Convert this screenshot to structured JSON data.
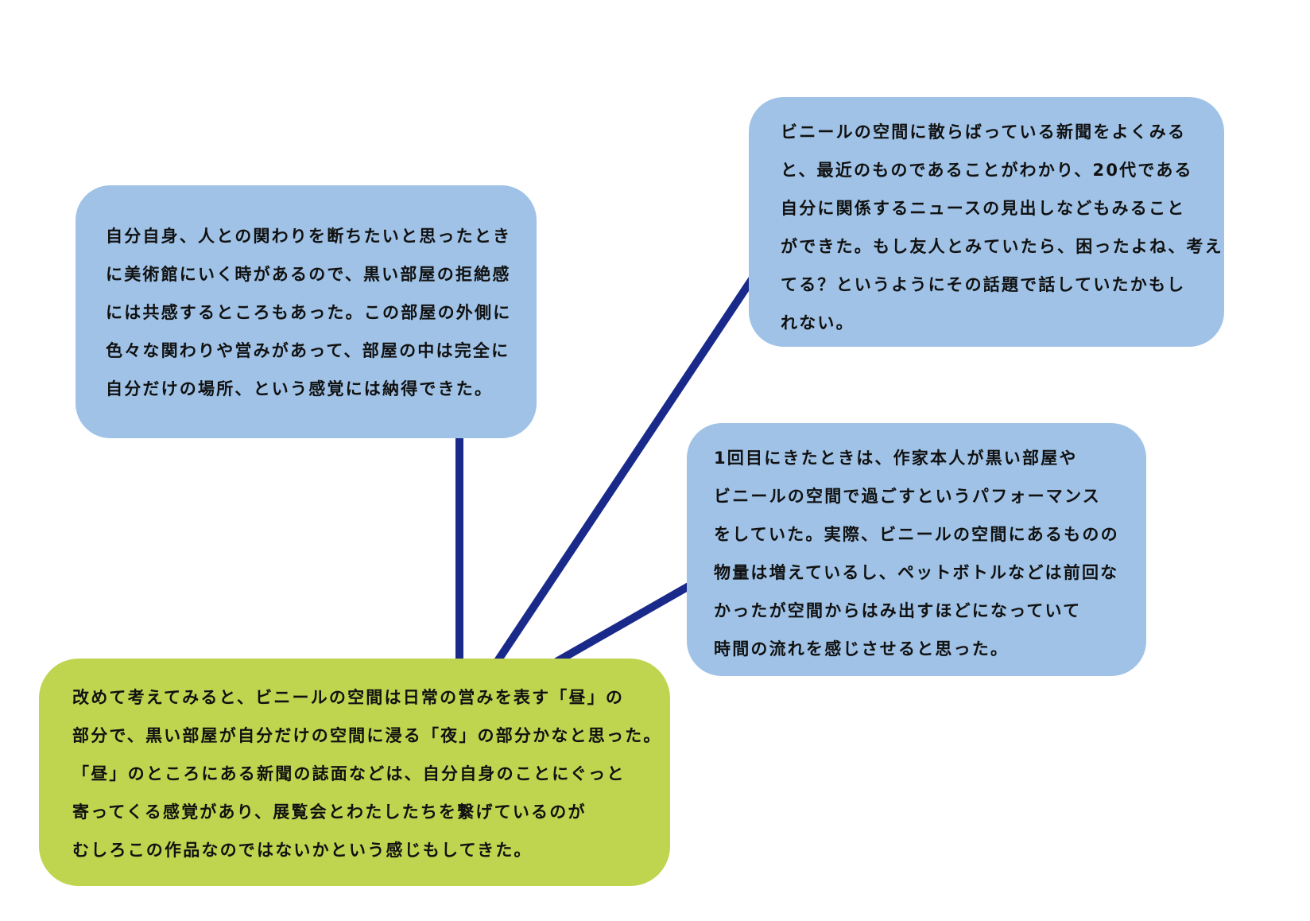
{
  "colors": {
    "note_blue": "#9fc2e6",
    "note_green": "#bfd54f",
    "connector": "#1a2a8a",
    "text": "#111111"
  },
  "notes": {
    "left": {
      "lines": [
        "自分自身、人との関わりを断ちたいと思ったとき",
        "に美術館にいく時があるので、黒い部屋の拒絶感",
        "には共感するところもあった。この部屋の外側に",
        "色々な関わりや営みがあって、部屋の中は完全に",
        "自分だけの場所、という感覚には納得できた。"
      ]
    },
    "top_right": {
      "lines": [
        "ビニールの空間に散らばっている新聞をよくみる",
        "と、最近のものであることがわかり、20代である",
        "自分に関係するニュースの見出しなどもみること",
        "ができた。もし友人とみていたら、困ったよね、考え",
        "てる？というようにその話題で話していたかもし",
        "れない。"
      ]
    },
    "mid_right": {
      "lines": [
        "1回目にきたときは、作家本人が黒い部屋や",
        "ビニールの空間で過ごすというパフォーマンス",
        "をしていた。実際、ビニールの空間にあるものの",
        "物量は増えているし、ペットボトルなどは前回な",
        "かったが空間からはみ出すほどになっていて",
        "時間の流れを感じさせると思った。"
      ]
    },
    "central": {
      "lines": [
        "改めて考えてみると、ビニールの空間は日常の営みを表す「昼」の",
        "部分で、黒い部屋が自分だけの空間に浸る「夜」の部分かなと思った。",
        "「昼」のところにある新聞の誌面などは、自分自身のことにぐっと",
        "寄ってくる感覚があり、展覧会とわたしたちを繋げているのが",
        "むしろこの作品なのではないかという感じもしてきた。"
      ]
    }
  }
}
